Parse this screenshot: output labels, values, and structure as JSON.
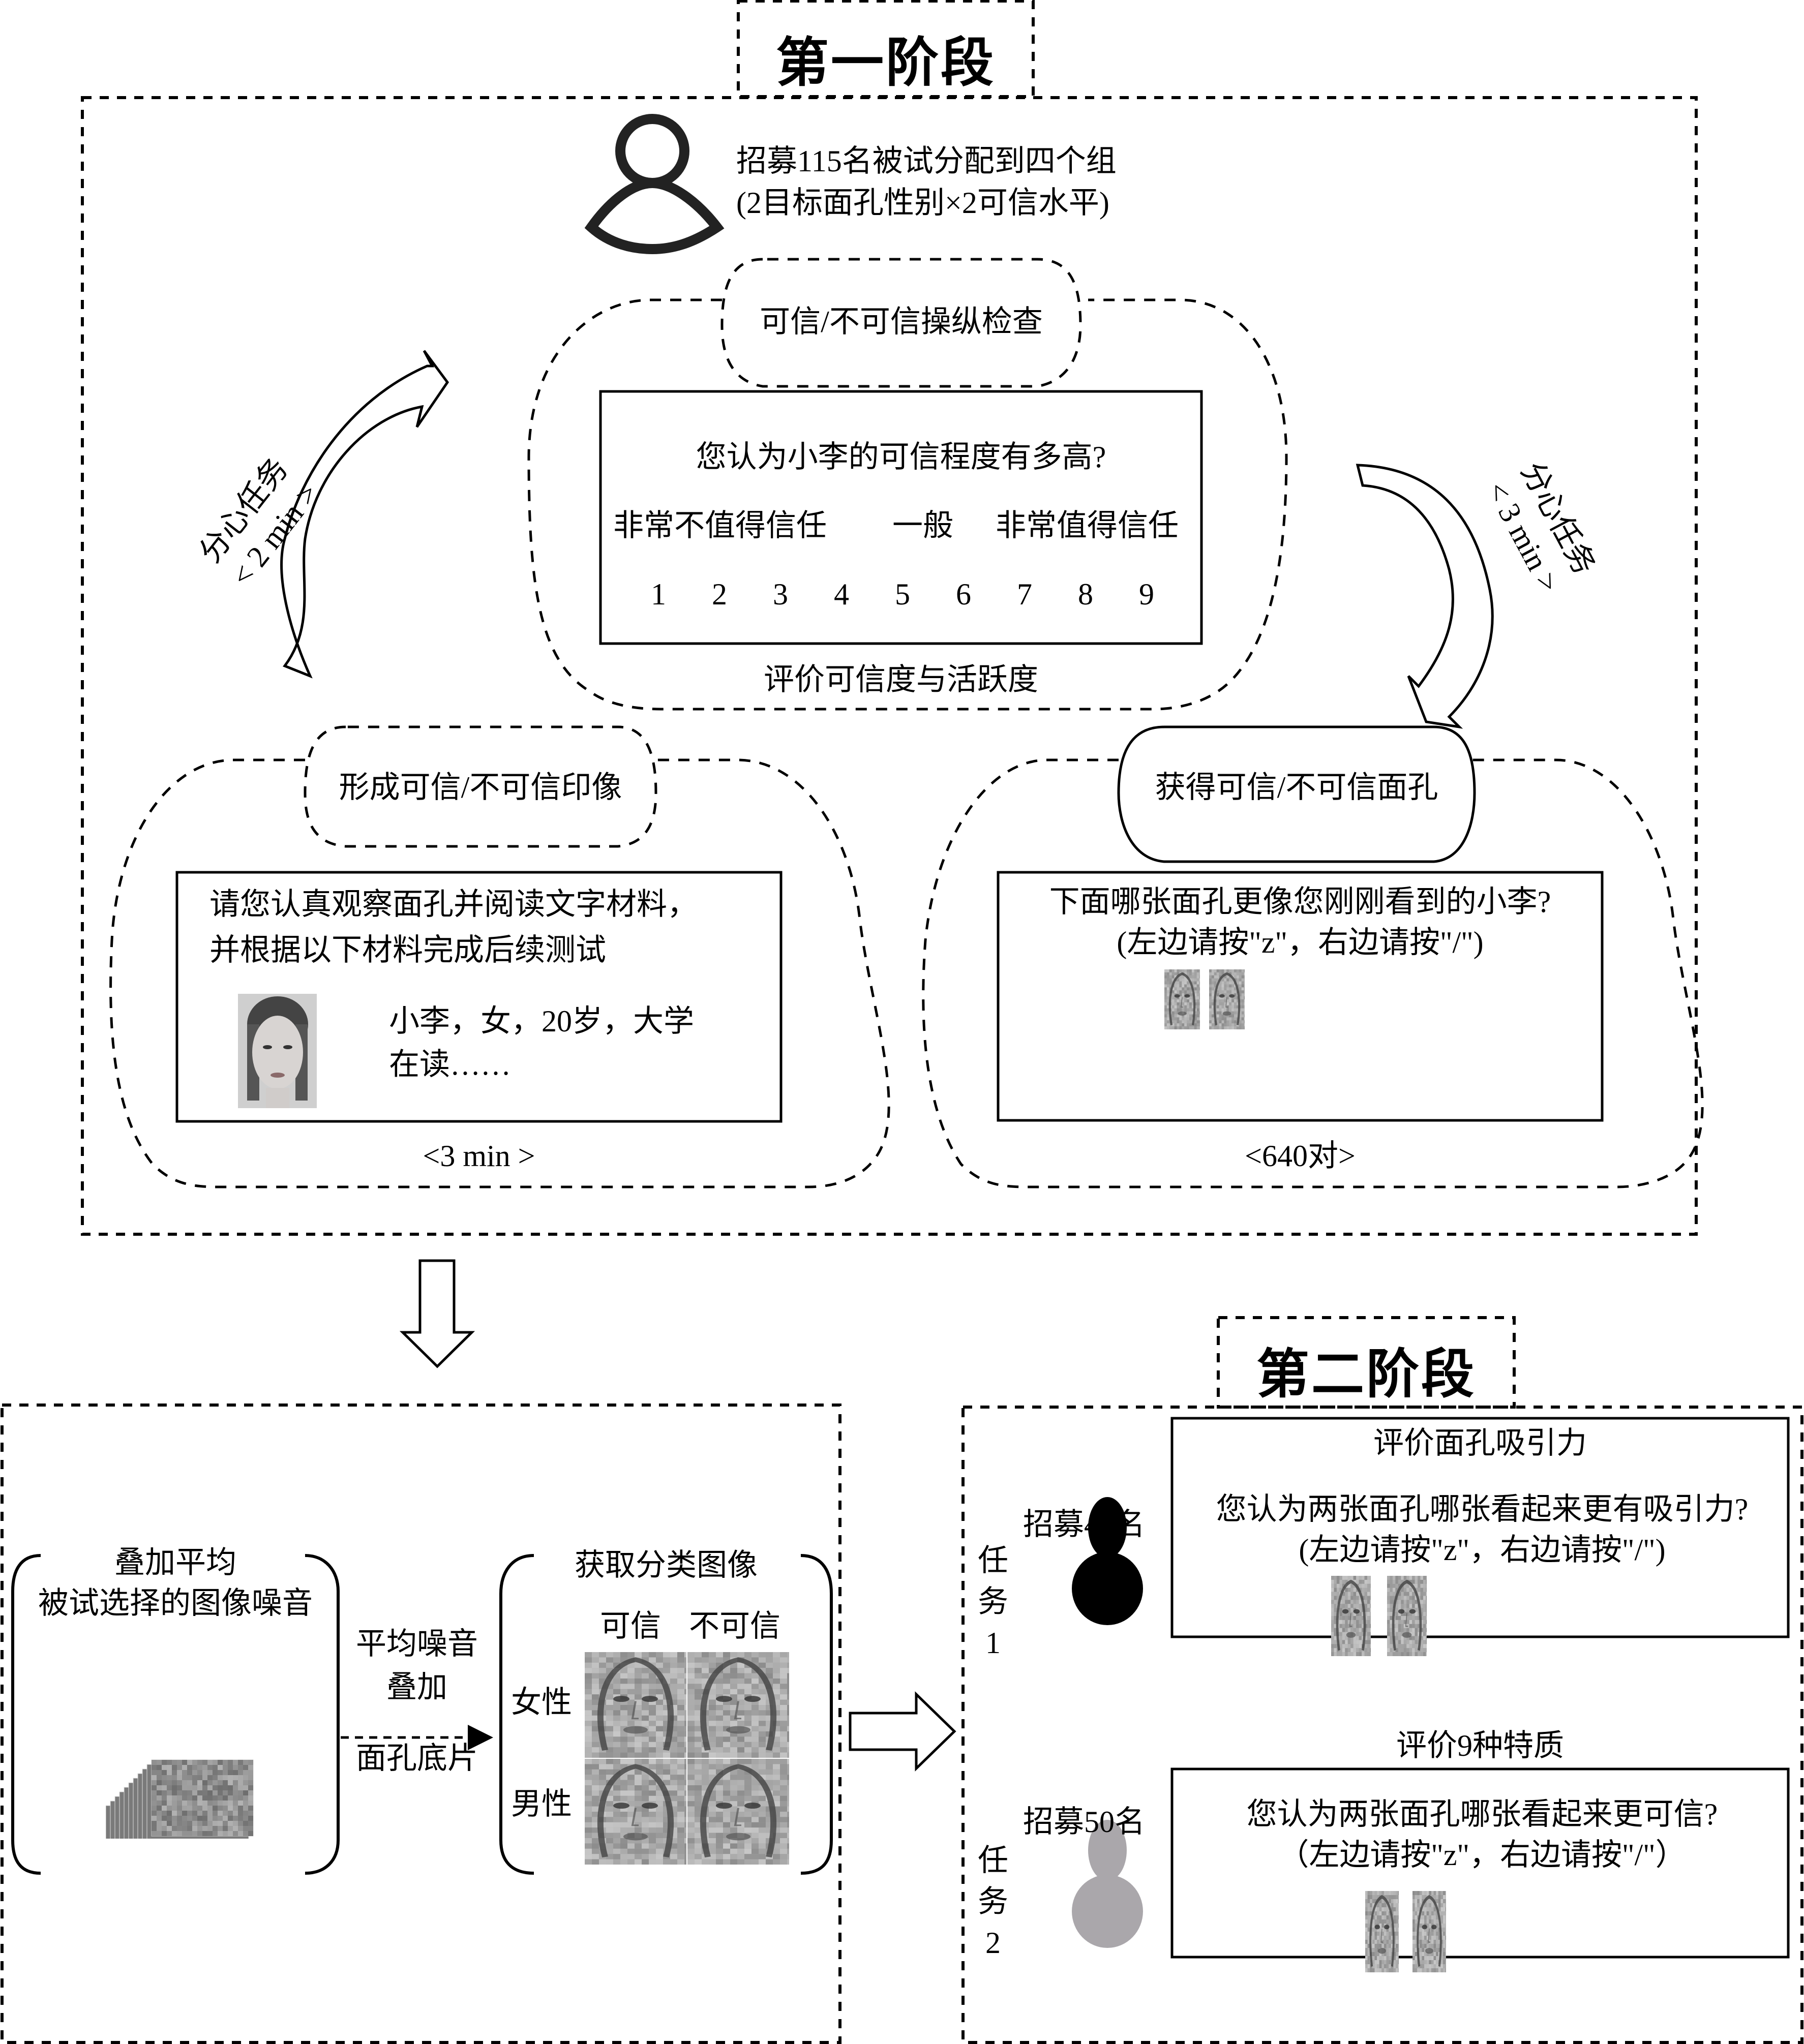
{
  "stage1": {
    "title": "第一阶段",
    "recruit_line1": "招募115名被试分配到四个组",
    "recruit_line2": "(2目标面孔性别×2可信水平)",
    "manipulation_check": {
      "label": "可信/不可信操纵检查",
      "question": "您认为小李的可信程度有多高?",
      "scale_labels": [
        "非常不值得信任",
        "一般",
        "非常值得信任"
      ],
      "scale_values": [
        "1",
        "2",
        "3",
        "4",
        "5",
        "6",
        "7",
        "8",
        "9"
      ],
      "caption": "评价可信度与活跃度"
    },
    "distract_left": {
      "label": "分心任务",
      "duration": "< 2 min >"
    },
    "distract_right": {
      "label": "分心任务",
      "duration": "< 3 min >"
    },
    "impression": {
      "label": "形成可信/不可信印像",
      "instruction_line1": "请您认真观察面孔并阅读文字材料，",
      "instruction_line2": "并根据以下材料完成后续测试",
      "profile_line1": "小李，女，20岁，大学",
      "profile_line2": "在读……",
      "duration": "<3 min >"
    },
    "obtain_faces": {
      "label": "获得可信/不可信面孔",
      "question_line1": "下面哪张面孔更像您刚刚看到的小李?",
      "question_line2": "(左边请按\"z\"，右边请按\"/\")",
      "count": "<640对>"
    }
  },
  "processing": {
    "left_title_line1": "叠加平均",
    "left_title_line2": "被试选择的图像噪音",
    "arrow_label_top1": "平均噪音",
    "arrow_label_top2": "叠加",
    "arrow_label_bottom": "面孔底片",
    "right_title": "获取分类图像",
    "col_headers": [
      "可信",
      "不可信"
    ],
    "row_headers": [
      "女性",
      "男性"
    ]
  },
  "stage2": {
    "title": "第二阶段",
    "task1": {
      "recruit": "招募40名",
      "task_label": [
        "任",
        "务",
        "1"
      ],
      "caption": "评价面孔吸引力",
      "question_line1": "您认为两张面孔哪张看起来更有吸引力?",
      "question_line2": "(左边请按\"z\"，右边请按\"/\")",
      "icon_color": "#000000"
    },
    "task2": {
      "recruit": "招募50名",
      "task_label": [
        "任",
        "务",
        "2"
      ],
      "caption": "评价9种特质",
      "question_line1": "您认为两张面孔哪张看起来更可信?",
      "question_line2": "（左边请按\"z\"，右边请按\"/\"）",
      "icon_color": "#aaa7ab"
    }
  }
}
